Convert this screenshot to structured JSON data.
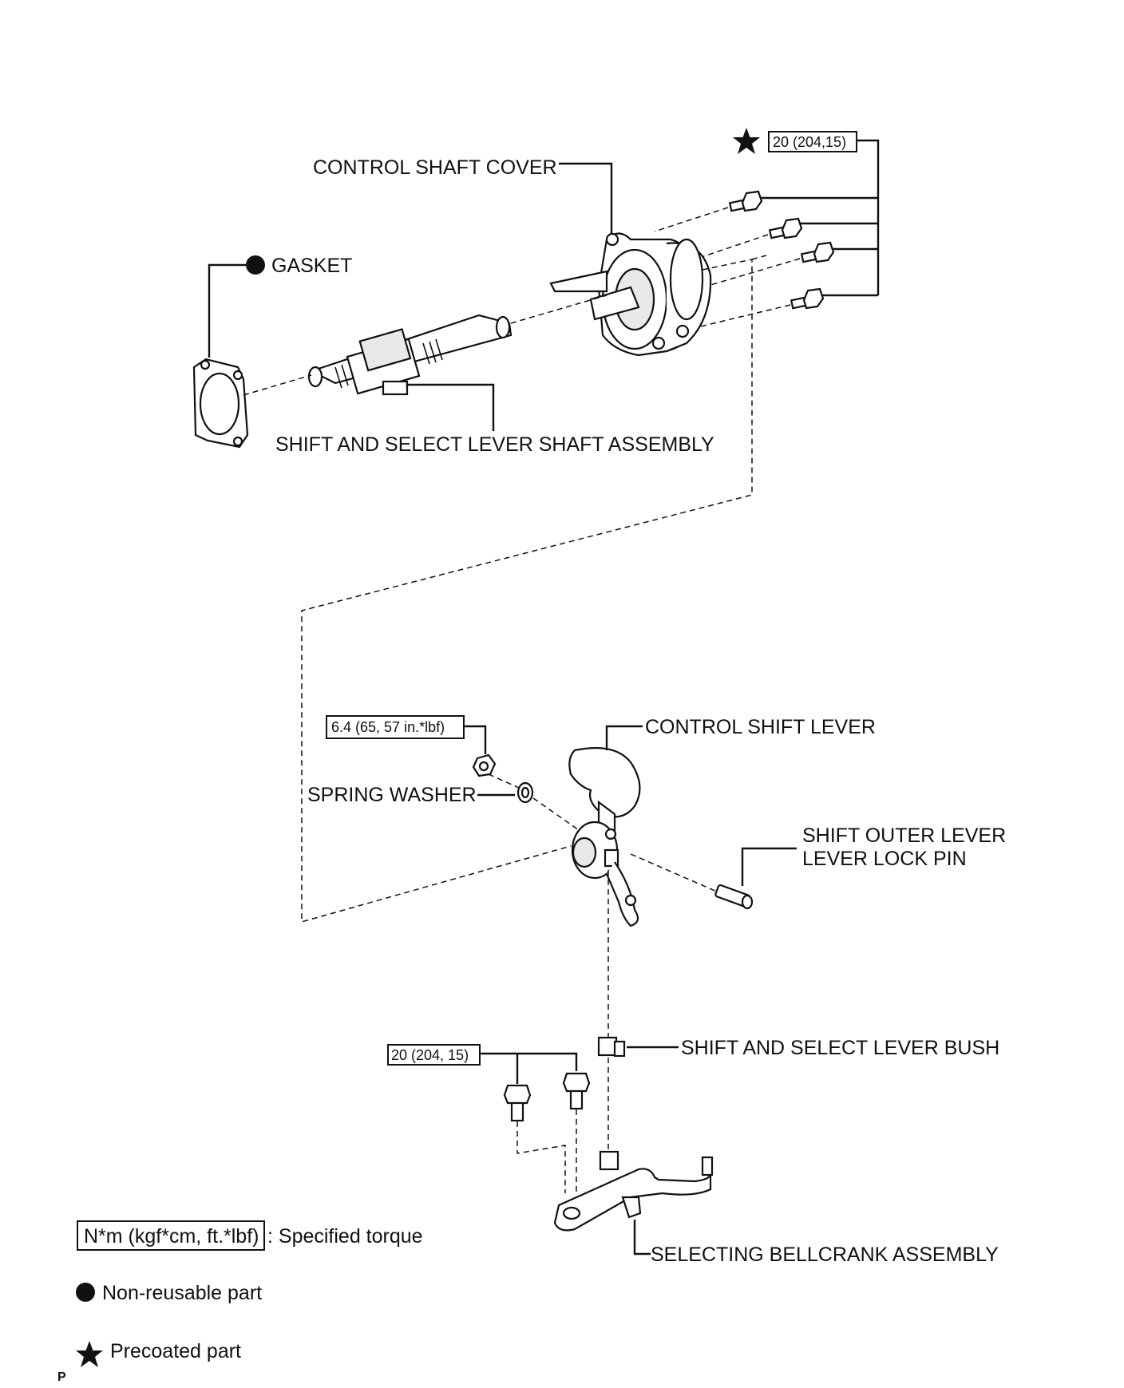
{
  "callouts": {
    "control_shaft_cover": "CONTROL SHAFT COVER",
    "gasket": "GASKET",
    "shift_select_lever_shaft_assembly": "SHIFT AND SELECT LEVER SHAFT ASSEMBLY",
    "control_shift_lever": "CONTROL SHIFT LEVER",
    "spring_washer": "SPRING WASHER",
    "shift_outer_lever_lock_pin_line1": "SHIFT OUTER LEVER",
    "shift_outer_lever_lock_pin_line2": "LEVER LOCK PIN",
    "shift_select_lever_bush": "SHIFT AND SELECT LEVER BUSH",
    "selecting_bellcrank_assembly": "SELECTING BELLCRANK ASSEMBLY"
  },
  "torques": {
    "cover_bolts": "20 (204,15)",
    "lever_nut": "6.4 (65, 57 in.*lbf)",
    "bellcrank_bolts": "20 (204, 15)"
  },
  "legend": {
    "torque_box": "N*m (kgf*cm, ft.*lbf)",
    "torque_text": ": Specified torque",
    "non_reusable": "Non-reusable part",
    "precoated": "Precoated part"
  },
  "footer_code": "P"
}
